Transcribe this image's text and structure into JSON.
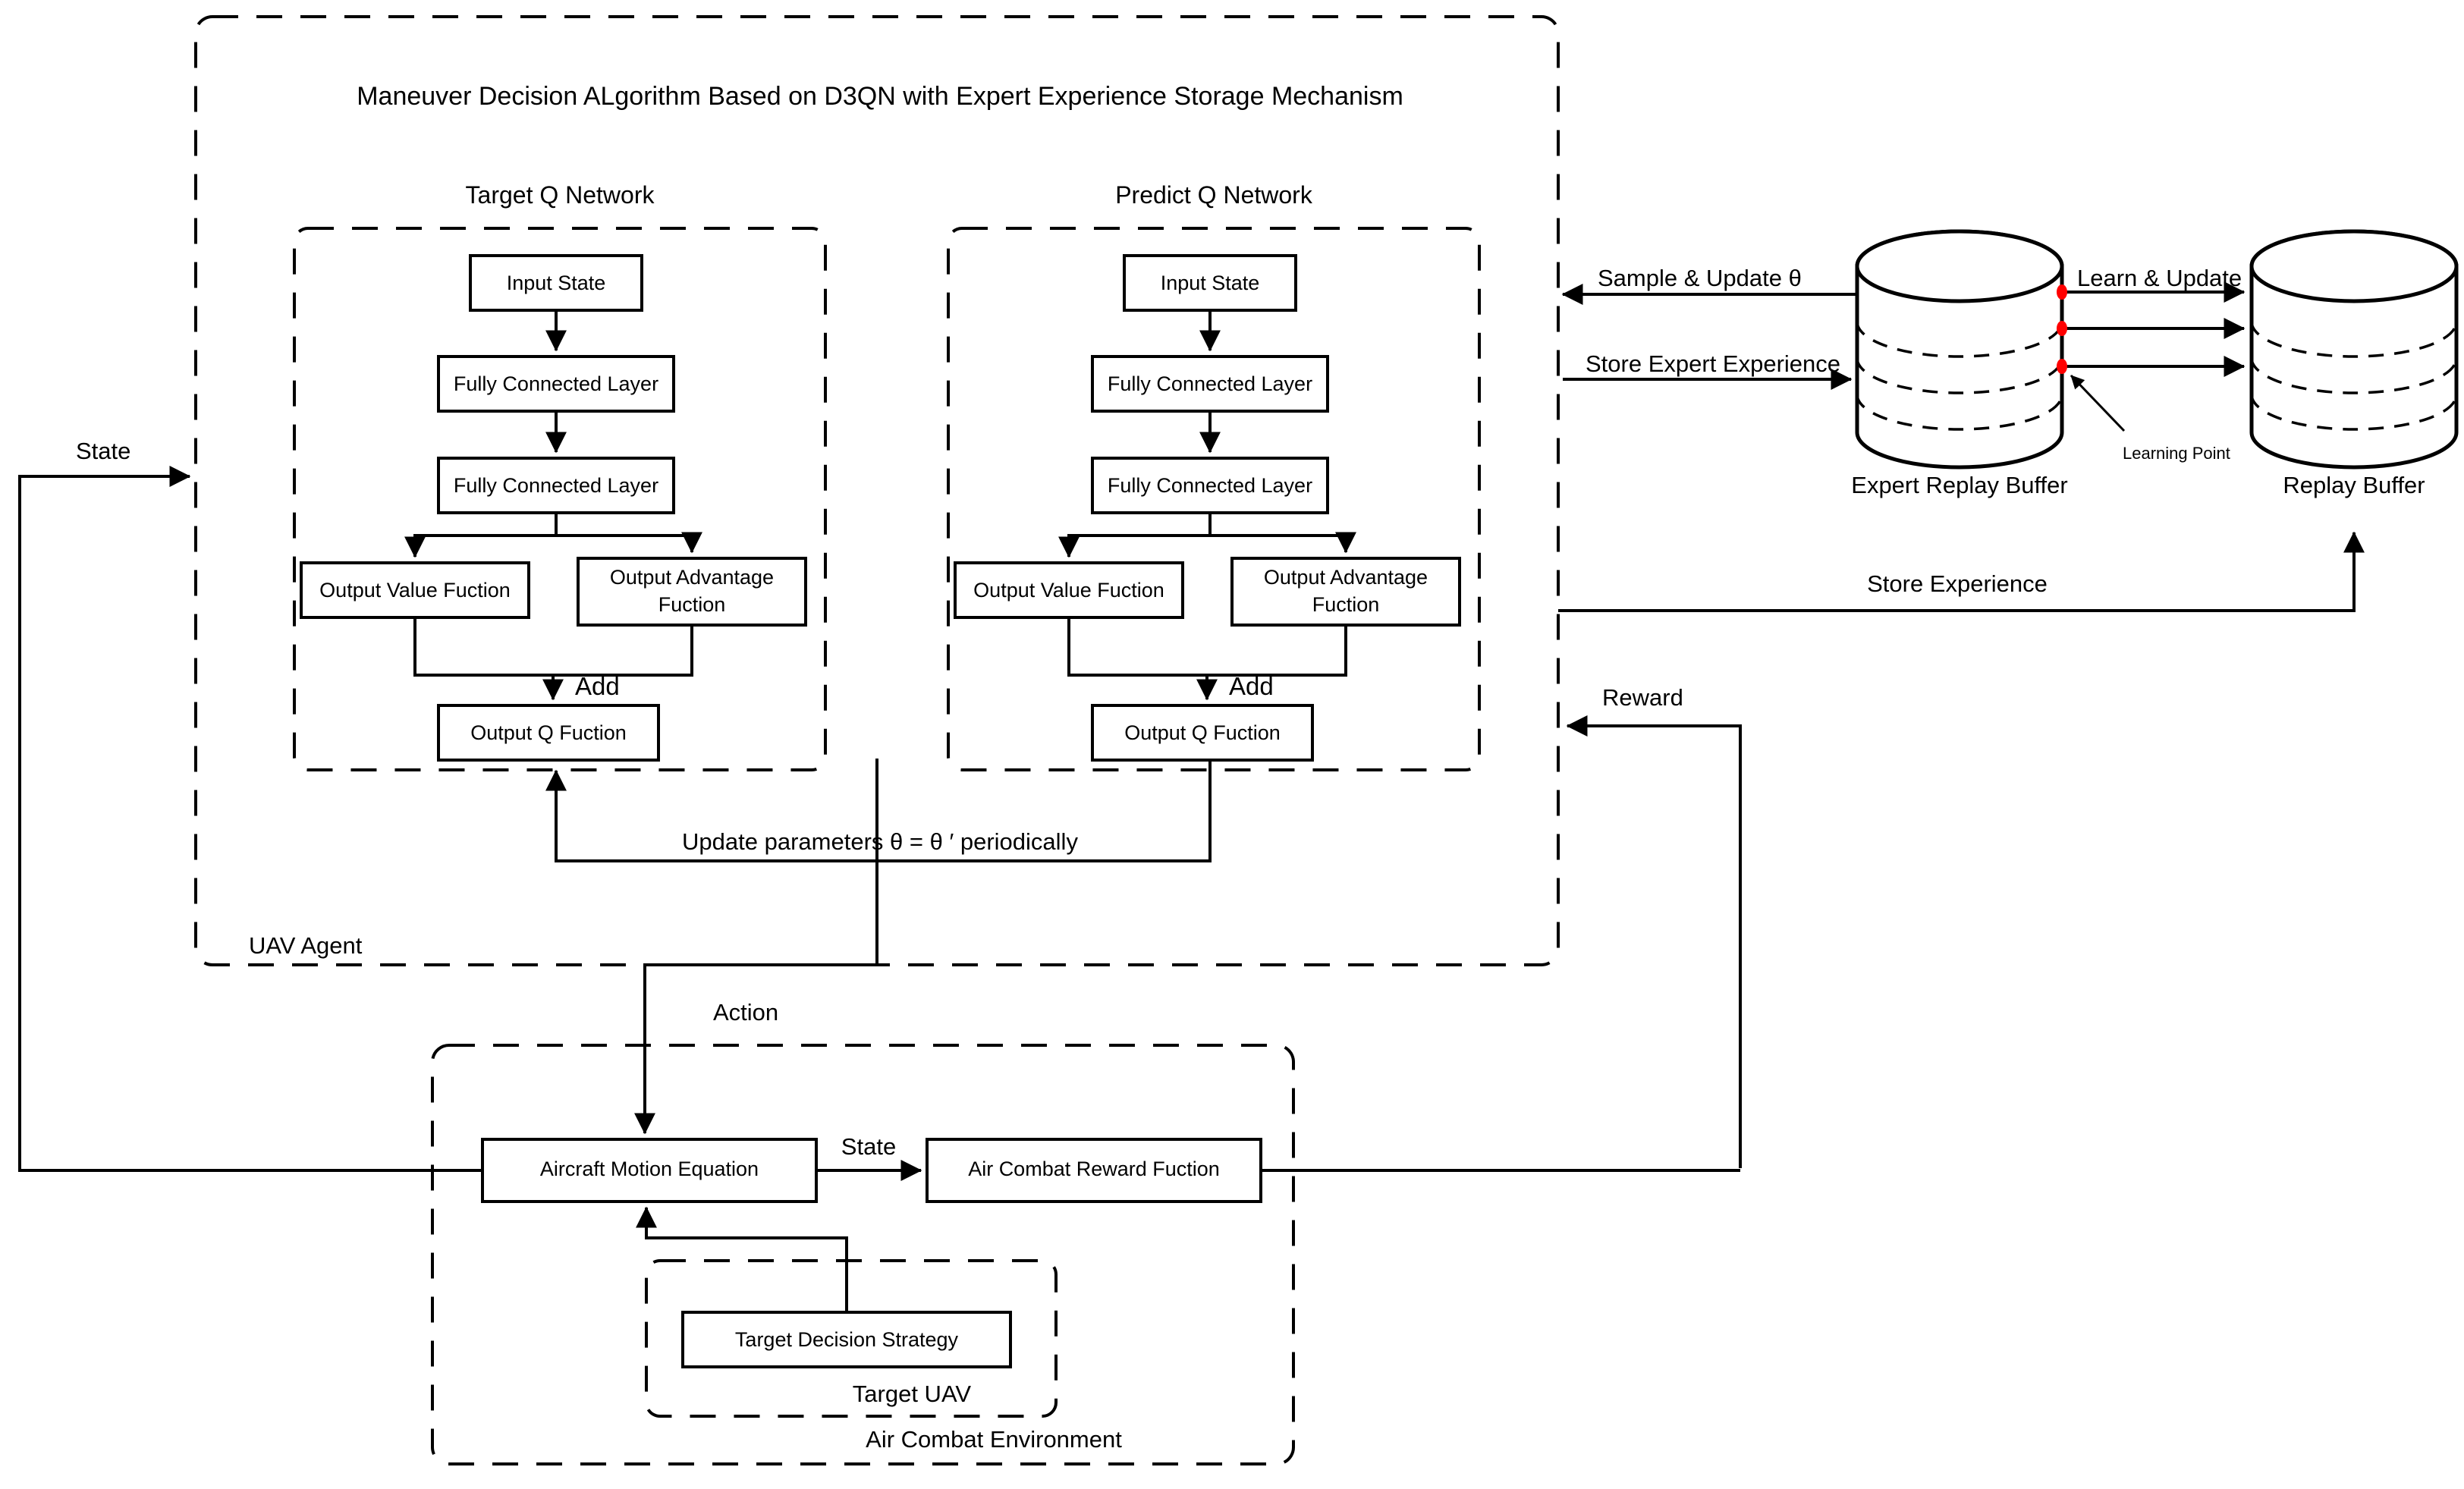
{
  "diagram": {
    "title": "Maneuver Decision ALgorithm Based on D3QN with Expert Experience Storage Mechanism",
    "agent_container_label": "UAV Agent",
    "environment_container_label": "Air Combat Environment",
    "target_uav_container_label": "Target UAV",
    "networks": [
      {
        "id": "target_q",
        "title": "Target Q Network",
        "nodes": [
          {
            "id": "input_state",
            "label": "Input State"
          },
          {
            "id": "fc1",
            "label": "Fully Connected Layer"
          },
          {
            "id": "fc2",
            "label": "Fully Connected Layer"
          },
          {
            "id": "value",
            "label": "Output Value Fuction"
          },
          {
            "id": "advantage_l1",
            "label": "Output Advantage"
          },
          {
            "id": "advantage_l2",
            "label": "Fuction"
          },
          {
            "id": "q",
            "label": "Output Q Fuction"
          }
        ],
        "merge_label": "Add"
      },
      {
        "id": "predict_q",
        "title": "Predict Q Network",
        "nodes": [
          {
            "id": "input_state",
            "label": "Input State"
          },
          {
            "id": "fc1",
            "label": "Fully Connected Layer"
          },
          {
            "id": "fc2",
            "label": "Fully Connected Layer"
          },
          {
            "id": "value",
            "label": "Output Value Fuction"
          },
          {
            "id": "advantage_l1",
            "label": "Output Advantage"
          },
          {
            "id": "advantage_l2",
            "label": "Fuction"
          },
          {
            "id": "q",
            "label": "Output Q Fuction"
          }
        ],
        "merge_label": "Add"
      }
    ],
    "update_params_label": "Update parameters  θ =  θ ′ periodically",
    "buffers": [
      {
        "id": "expert_replay_buffer",
        "label": "Expert Replay Buffer"
      },
      {
        "id": "replay_buffer",
        "label": "Replay Buffer"
      }
    ],
    "buffer_annotation": "Learning Point",
    "buffer_accent_color": "#ff0000",
    "environment_nodes": [
      {
        "id": "aircraft_motion_equation",
        "label": "Aircraft Motion Equation"
      },
      {
        "id": "air_combat_reward_function",
        "label": "Air Combat Reward Fuction"
      },
      {
        "id": "target_decision_strategy",
        "label": "Target Decision Strategy"
      }
    ],
    "edge_labels": {
      "state_left": "State",
      "state_mid": "State",
      "action": "Action",
      "reward": "Reward",
      "store_experience": "Store Experience",
      "store_expert_experience": "Store Expert Experience",
      "sample_update": "Sample & Update  θ",
      "learn_update": "Learn & Update"
    }
  }
}
